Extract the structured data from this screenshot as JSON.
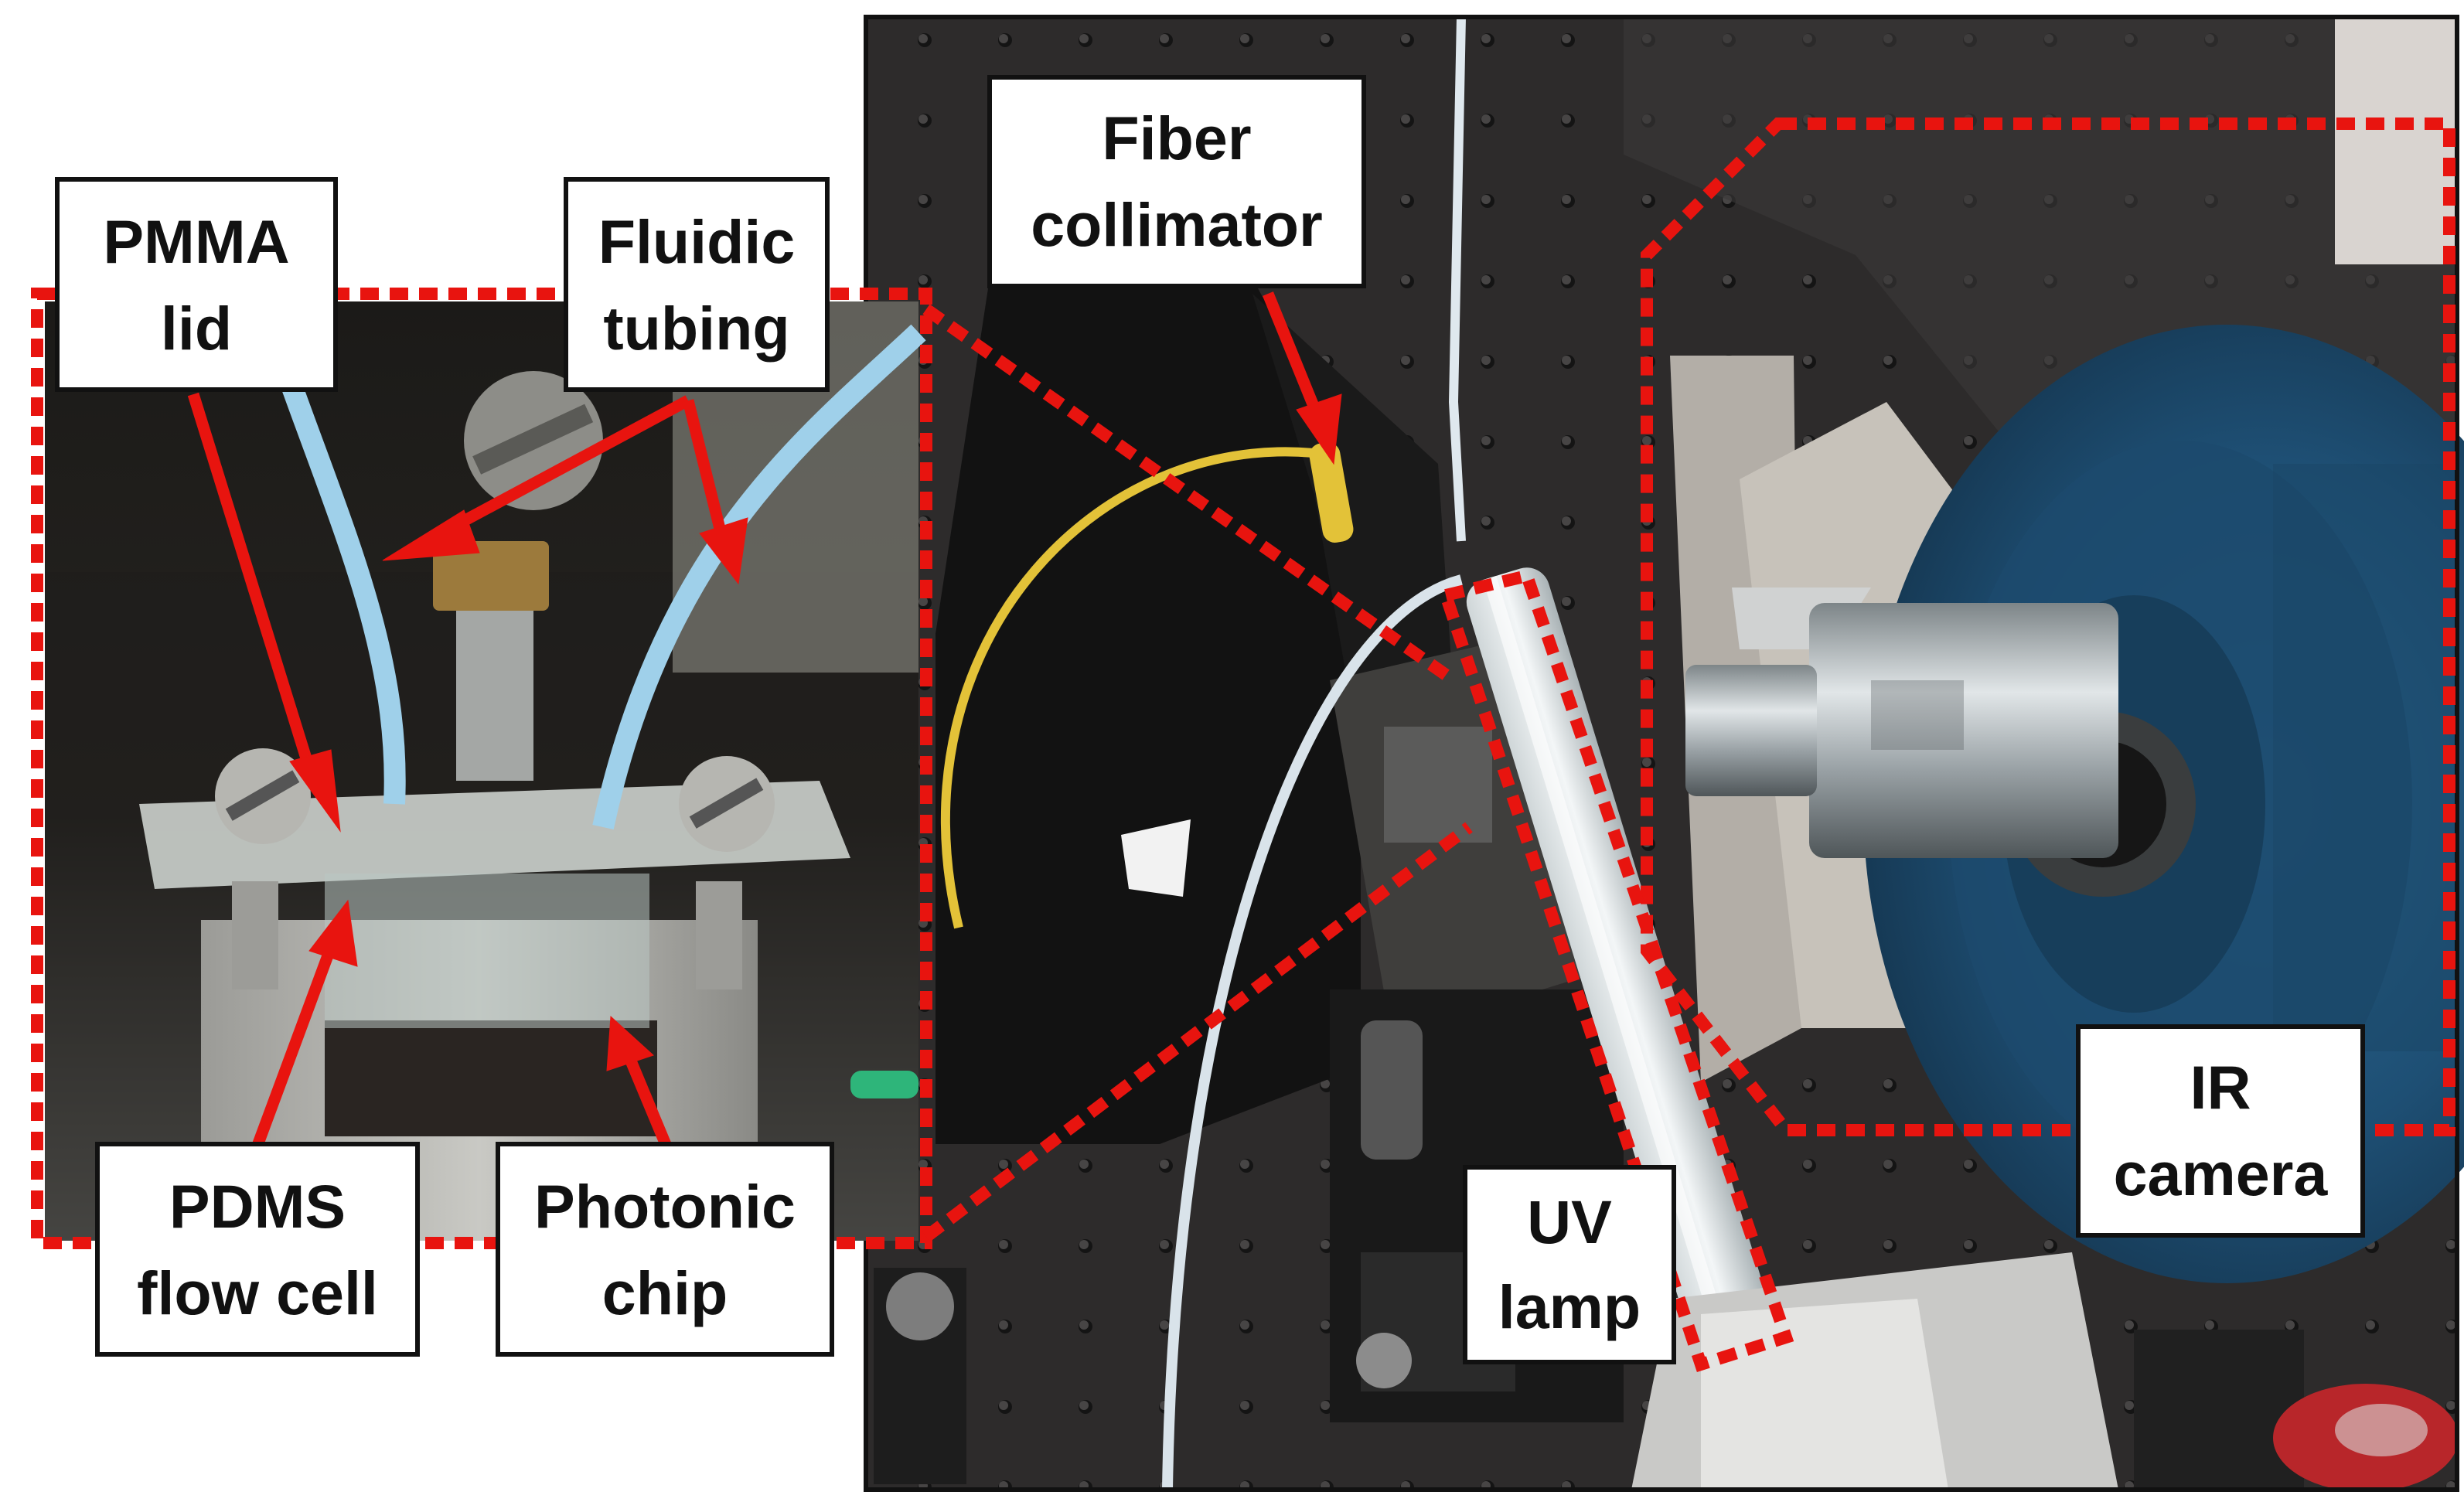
{
  "figure": {
    "labels": {
      "pmma_lid": [
        "PMMA",
        "lid"
      ],
      "fluidic_tubing": [
        "Fluidic",
        "tubing"
      ],
      "fiber_collimator": [
        "Fiber",
        "collimator"
      ],
      "pdms_flow_cell": [
        "PDMS",
        "flow cell"
      ],
      "photonic_chip": [
        "Photonic",
        "chip"
      ],
      "uv_lamp": [
        "UV",
        "lamp"
      ],
      "ir_camera": [
        "IR",
        "camera"
      ]
    },
    "colors": {
      "annotation_red": "#e8140f",
      "label_border": "#111111",
      "label_fill": "#ffffff",
      "table_bg": "#2b2a2a",
      "camera_blue": "#1f5277",
      "tubing_blue": "#9fd0ea",
      "fiber_yellow": "#e3c238"
    },
    "photo_regions": [
      "inset-flow-cell-photo",
      "main-setup-photo"
    ]
  }
}
